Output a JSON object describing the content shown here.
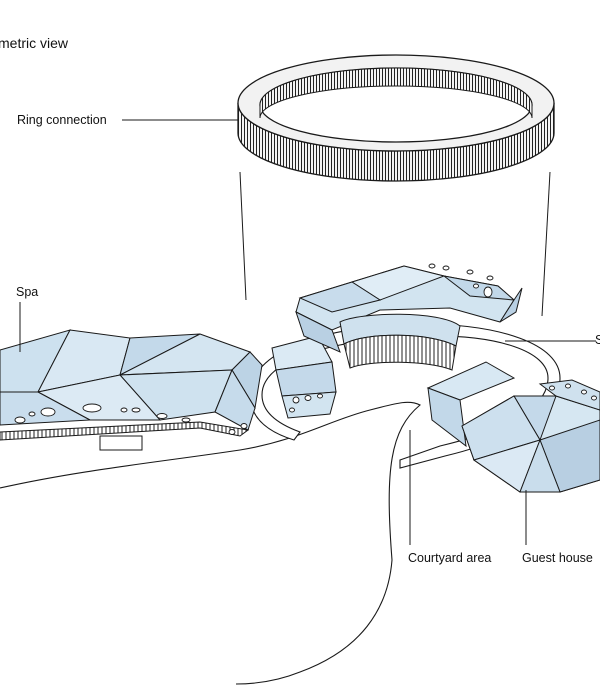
{
  "diagram": {
    "title": "metric view",
    "labels": {
      "ring": "Ring connection",
      "spa": "Spa",
      "right_cut": "S",
      "courtyard": "Courtyard area",
      "guest": "Guest house"
    },
    "colors": {
      "glass_light": "#dcebf5",
      "glass_mid": "#c7dcea",
      "glass_dark": "#b3cddf",
      "line": "#1a1a1a",
      "ground": "#ffffff"
    }
  }
}
